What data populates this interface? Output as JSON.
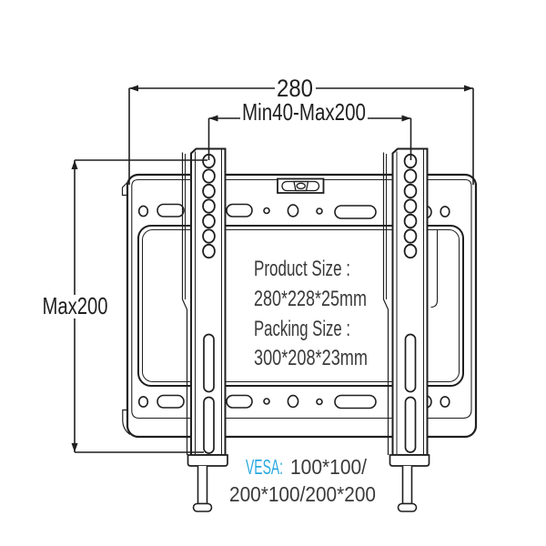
{
  "dimensions": {
    "width": "280",
    "bracket_range": "Min40-Max200",
    "height": "Max200"
  },
  "product_info": {
    "product_size_label": "Product Size :",
    "product_size_value": "280*228*25mm",
    "packing_size_label": "Packing Size :",
    "packing_size_value": "300*208*23mm"
  },
  "vesa": {
    "label": "VESA:",
    "patterns_line1": "100*100/",
    "patterns_line2": "200*100/200*200"
  },
  "colors": {
    "line": "#1f1f1f",
    "text": "#3a3a3a",
    "vesa_accent": "#29a9e0",
    "background": "#ffffff"
  }
}
